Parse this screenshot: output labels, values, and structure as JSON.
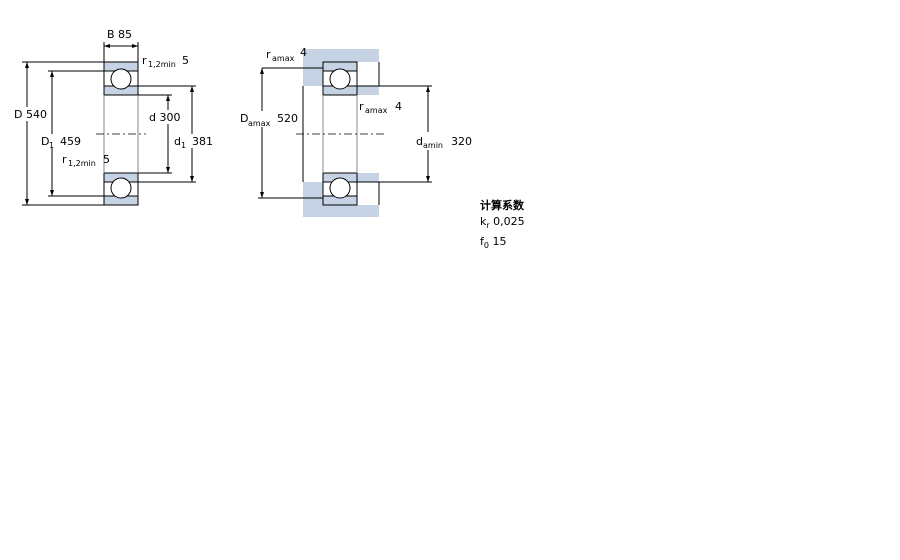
{
  "bearing": {
    "B": {
      "symbol": "B",
      "value": "85"
    },
    "D": {
      "symbol": "D",
      "value": "540"
    },
    "D1": {
      "symbol": "D",
      "sub": "1",
      "value": "459"
    },
    "d": {
      "symbol": "d",
      "value": "300"
    },
    "d1": {
      "symbol": "d",
      "sub": "1",
      "value": "381"
    },
    "r12_top": {
      "symbol": "r",
      "sub": "1,2min",
      "value": "5"
    },
    "r12_bottom": {
      "symbol": "r",
      "sub": "1,2min",
      "value": "5"
    }
  },
  "abutment": {
    "ra_top": {
      "symbol": "r",
      "sub": "amax",
      "value": "4"
    },
    "ra_mid": {
      "symbol": "r",
      "sub": "amax",
      "value": "4"
    },
    "Da": {
      "symbol": "D",
      "sub": "amax",
      "value": "520"
    },
    "da": {
      "symbol": "d",
      "sub": "amin",
      "value": "320"
    }
  },
  "calc": {
    "title": "计算系数",
    "kr": {
      "symbol": "k",
      "sub": "r",
      "value": "0,025"
    },
    "f0": {
      "symbol": "f",
      "sub": "0",
      "value": "15"
    }
  }
}
